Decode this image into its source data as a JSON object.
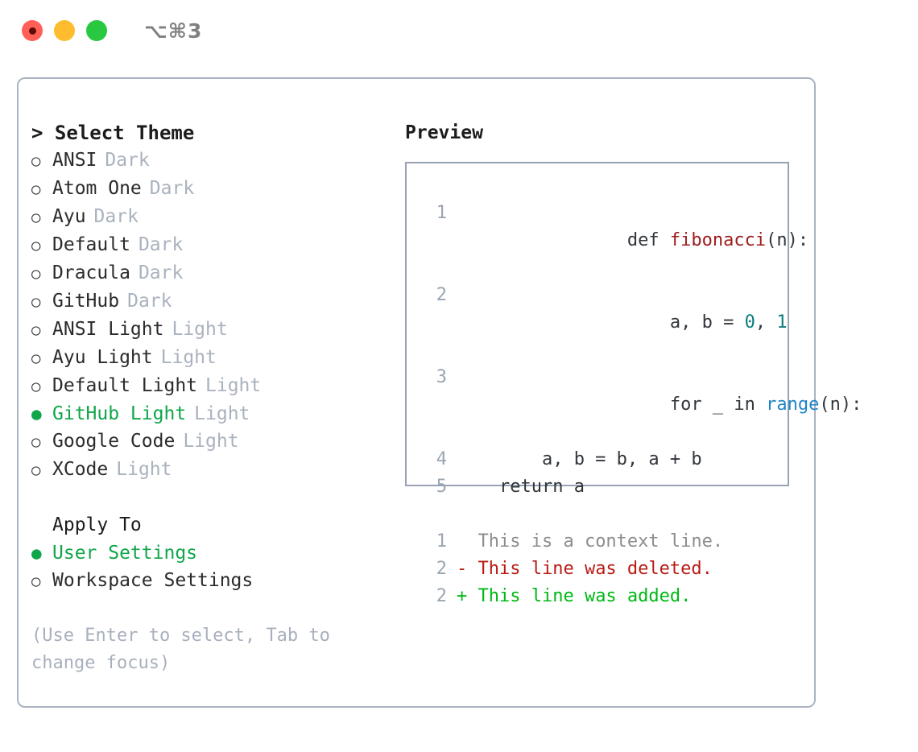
{
  "titlebar": {
    "traffic_lights": [
      {
        "name": "close",
        "color": "#ff5f57"
      },
      {
        "name": "minimize",
        "color": "#febc2e"
      },
      {
        "name": "zoom",
        "color": "#28c840"
      }
    ],
    "shortcut": "⌥⌘3"
  },
  "theme_panel": {
    "heading": "> Select Theme",
    "items": [
      {
        "label": "ANSI",
        "tag": "Dark",
        "selected": false
      },
      {
        "label": "Atom One",
        "tag": "Dark",
        "selected": false
      },
      {
        "label": "Ayu",
        "tag": "Dark",
        "selected": false
      },
      {
        "label": "Default",
        "tag": "Dark",
        "selected": false
      },
      {
        "label": "Dracula",
        "tag": "Dark",
        "selected": false
      },
      {
        "label": "GitHub",
        "tag": "Dark",
        "selected": false
      },
      {
        "label": "ANSI Light",
        "tag": "Light",
        "selected": false
      },
      {
        "label": "Ayu Light",
        "tag": "Light",
        "selected": false
      },
      {
        "label": "Default Light",
        "tag": "Light",
        "selected": false
      },
      {
        "label": "GitHub Light",
        "tag": "Light",
        "selected": true
      },
      {
        "label": "Google Code",
        "tag": "Light",
        "selected": false
      },
      {
        "label": "XCode",
        "tag": "Light",
        "selected": false
      }
    ]
  },
  "apply_to": {
    "heading": "Apply To",
    "items": [
      {
        "label": "User Settings",
        "selected": true
      },
      {
        "label": "Workspace Settings",
        "selected": false
      }
    ]
  },
  "hint": "(Use Enter to select, Tab to change focus)",
  "preview": {
    "heading": "Preview",
    "code_lines": [
      {
        "number": "1",
        "segments": [
          {
            "text": "def ",
            "tok": "plain"
          },
          {
            "text": "fibonacci",
            "tok": "fn"
          },
          {
            "text": "(n):",
            "tok": "plain"
          }
        ]
      },
      {
        "number": "2",
        "segments": [
          {
            "text": "    a, b = ",
            "tok": "plain"
          },
          {
            "text": "0",
            "tok": "num"
          },
          {
            "text": ", ",
            "tok": "plain"
          },
          {
            "text": "1",
            "tok": "num"
          }
        ]
      },
      {
        "number": "3",
        "segments": [
          {
            "text": "    for _ in ",
            "tok": "plain"
          },
          {
            "text": "range",
            "tok": "call"
          },
          {
            "text": "(n):",
            "tok": "plain"
          }
        ]
      },
      {
        "number": "4",
        "segments": [
          {
            "text": "        a, b = b, a + b",
            "tok": "plain"
          }
        ]
      },
      {
        "number": "5",
        "segments": [
          {
            "text": "    return a",
            "tok": "plain"
          }
        ]
      }
    ],
    "diff_lines": [
      {
        "number": "1",
        "marker": " ",
        "text": " This is a context line.",
        "kind": "ctx"
      },
      {
        "number": "2",
        "marker": "-",
        "text": " This line was deleted.",
        "kind": "del"
      },
      {
        "number": "2",
        "marker": "+",
        "text": " This line was added.",
        "kind": "add"
      }
    ]
  },
  "icons": {
    "bullet_unselected": "○",
    "bullet_selected": "●"
  },
  "colors": {
    "accent_green": "#10a64a",
    "tag_muted": "#a9b2be",
    "hint": "#a8b0bd",
    "border": "#aab4c2",
    "preview_border": "#97a3b3",
    "token_function": "#9e1b1b",
    "token_number": "#0c7d7d",
    "token_call": "#1f86c6",
    "diff_context": "#8d8d8d",
    "diff_deleted": "#b81b14",
    "diff_added": "#00b815"
  }
}
